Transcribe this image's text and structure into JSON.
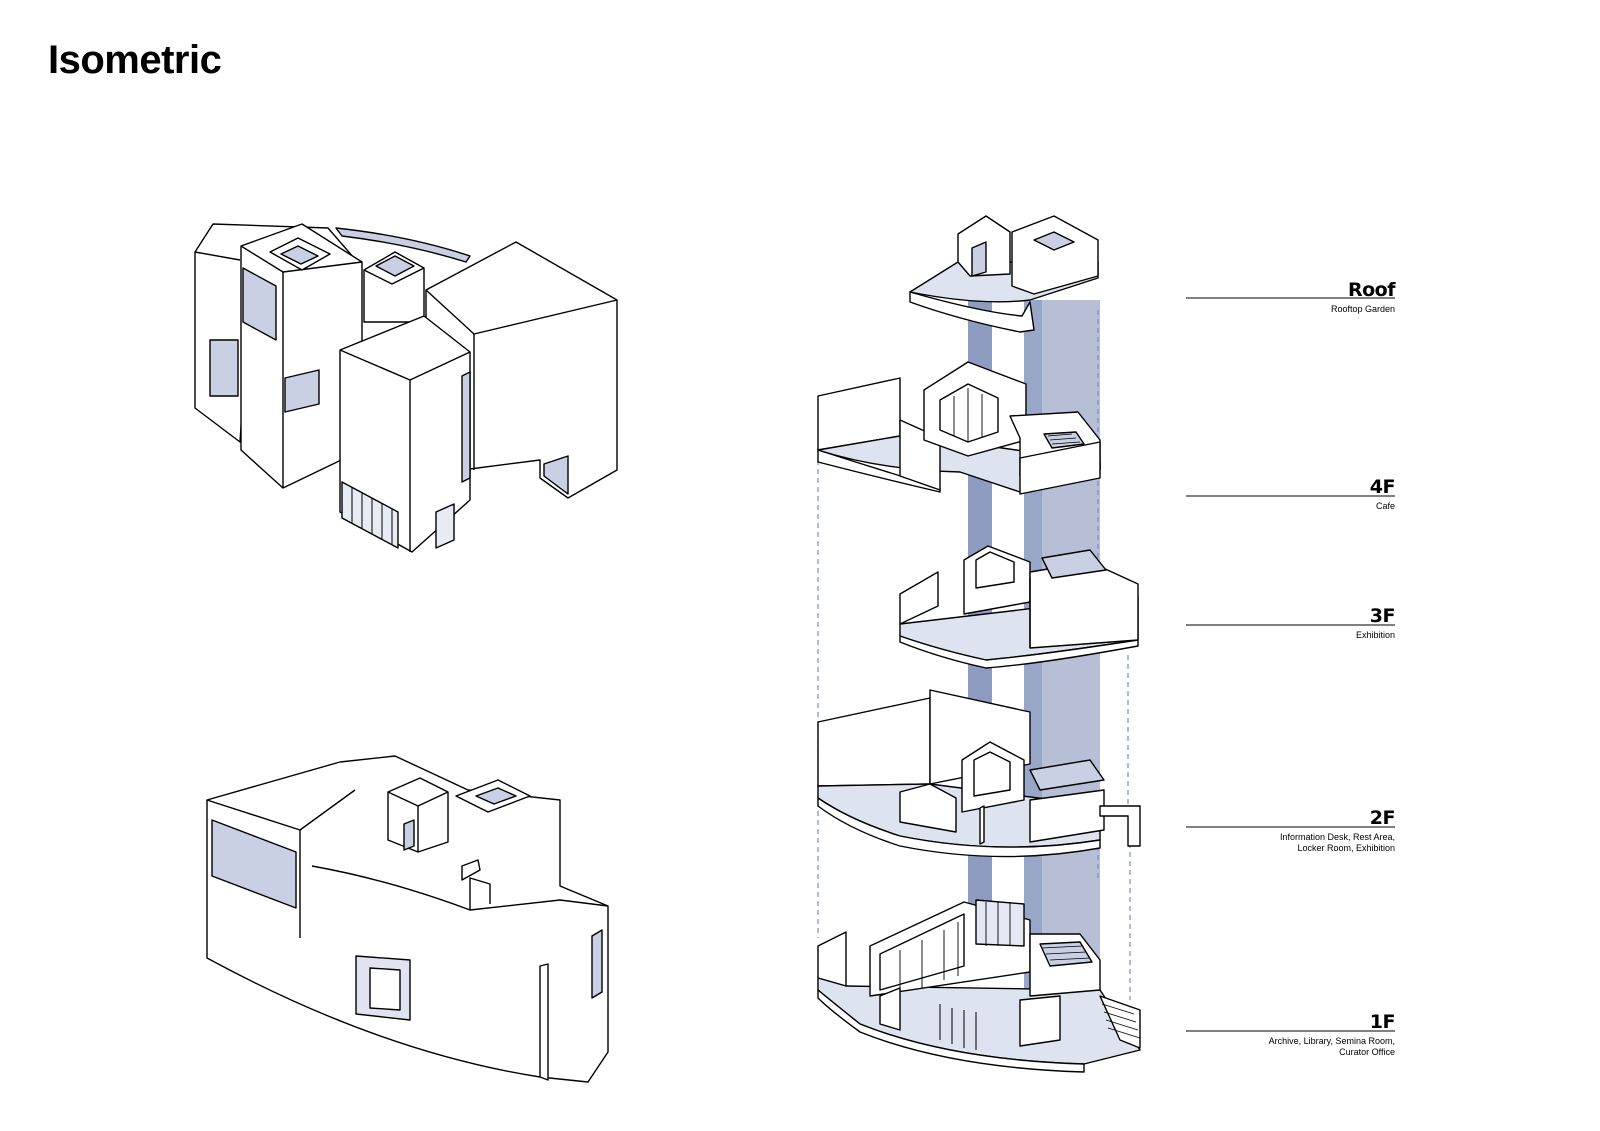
{
  "page": {
    "title": "Isometric"
  },
  "colors": {
    "line": "#000000",
    "fill": "#ffffff",
    "glass": "#c9d0e4",
    "floor": "#dde3ef",
    "core_dark": "#8e9cc2",
    "core_light": "#b7bfd6",
    "dash": "#7a8cc4"
  },
  "floors": [
    {
      "id": "roof",
      "level": "Roof",
      "description": "Rooftop Garden"
    },
    {
      "id": "4f",
      "level": "4F",
      "description": "Cafe"
    },
    {
      "id": "3f",
      "level": "3F",
      "description": "Exhibition"
    },
    {
      "id": "2f",
      "level": "2F",
      "description": "Information Desk, Rest Area, Locker Room, Exhibition"
    },
    {
      "id": "1f",
      "level": "1F",
      "description": "Archive, Library, Semina Room, Curator Office"
    }
  ]
}
